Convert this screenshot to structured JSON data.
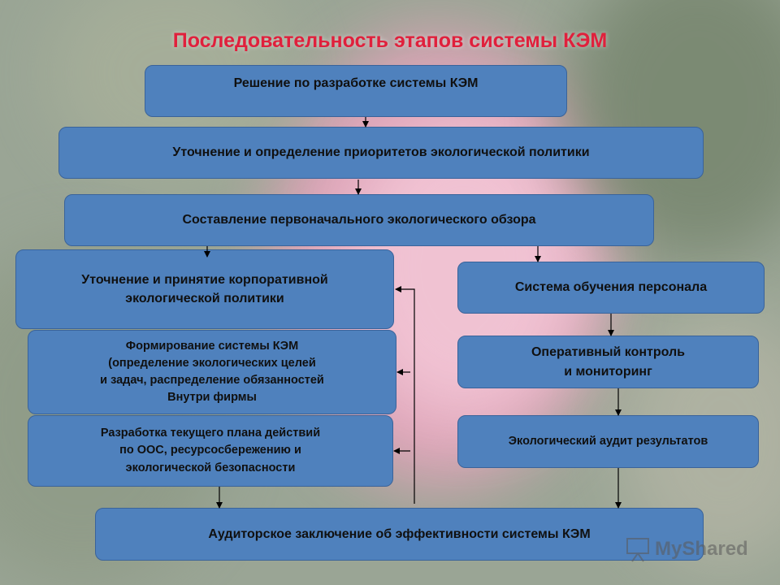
{
  "title": "Последовательность этапов системы КЭМ",
  "boxes": {
    "decision": "Решение по разработке системы КЭМ",
    "priorities": "Уточнение и определение приоритетов экологической политики",
    "review": "Составление первоначального экологического обзора",
    "corporate_policy": "Уточнение и принятие корпоративной\nэкологической политики",
    "formation": "Формирование  системы КЭМ\n(определение экологических  целей\nи задач, распределение обязанностей\nВнутри фирмы",
    "action_plan": "Разработка  текущего плана действий\nпо ООС, ресурсосбережению и\nэкологической  безопасности",
    "training": "Система обучения персонала",
    "control": "Оперативный контроль\nи мониторинг",
    "audit": "Экологический аудит результатов",
    "conclusion": "Аудиторское заключение об эффективности системы КЭМ"
  },
  "watermark": "MyShared",
  "colors": {
    "box_fill": "#4f81bd",
    "title": "#e0203c",
    "arrow": "#000000"
  }
}
